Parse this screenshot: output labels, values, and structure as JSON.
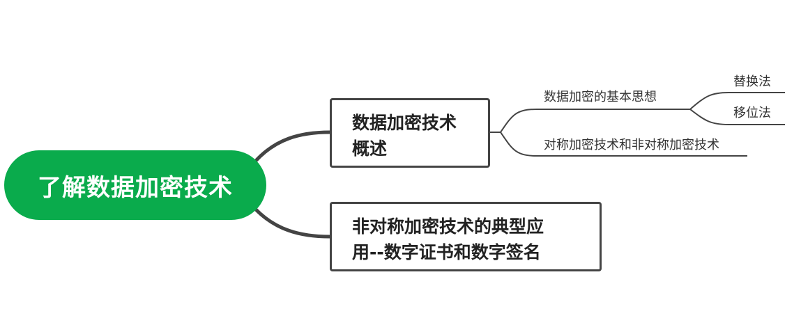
{
  "root": {
    "label": "了解数据加密技术",
    "color": "#0aab4c"
  },
  "branches": [
    {
      "line1": "数据加密技术",
      "line2": "概述",
      "children": [
        {
          "label": "数据加密的基本思想",
          "children": [
            {
              "label": "替换法"
            },
            {
              "label": "移位法"
            }
          ]
        },
        {
          "label": "对称加密技术和非对称加密技术"
        }
      ]
    },
    {
      "line1": "非对称加密技术的典型应",
      "line2": "用--数字证书和数字签名"
    }
  ],
  "line_color": "#444444"
}
